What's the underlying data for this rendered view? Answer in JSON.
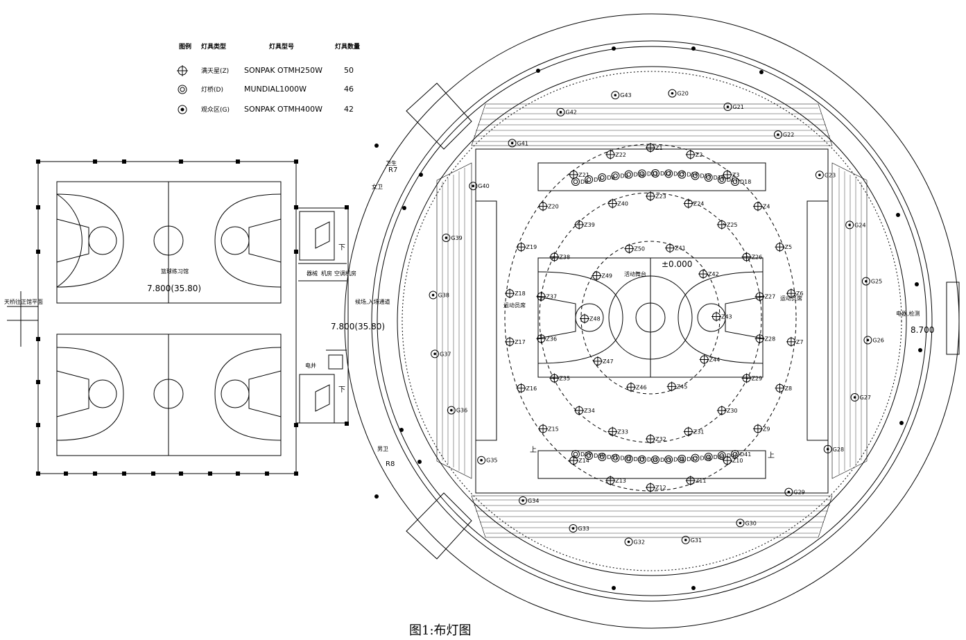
{
  "legend": {
    "headers": {
      "symbol": "图例",
      "type": "灯具类型",
      "model": "灯具型号",
      "count": "灯具数量"
    },
    "rows": [
      {
        "type": "满天星(Z)",
        "model": "SONPAK  OTMH250W",
        "count": "50",
        "icon": "crosshair-circle"
      },
      {
        "type": "灯桥(D)",
        "model": "MUNDIAL1000W",
        "count": "46",
        "icon": "double-circle"
      },
      {
        "type": "观众区(G)",
        "model": "SONPAK  OTMH400W",
        "count": "42",
        "icon": "dot-circle"
      }
    ]
  },
  "practice": {
    "label": "篮球练习馆",
    "elevation_left": "7.800(35.80)",
    "elevation_corridor": "7.800(35.80)",
    "bridge_label": "天桥往正馆平面",
    "rooms": [
      "卫生",
      "女卫",
      "男卫",
      "器械",
      "机房",
      "空调机房",
      "电井",
      "R7",
      "R8"
    ],
    "stairs_down": "下"
  },
  "arena": {
    "court_label": "活动舞台",
    "elevation_center": "±0.000",
    "elevation_right": "8.700",
    "right_label": "电器,检测",
    "left_label": "候场,入场通道",
    "bench_label": "运动员席",
    "up_label": "上"
  },
  "z_fixtures": [
    "Z1",
    "Z2",
    "Z3",
    "Z4",
    "Z5",
    "Z6",
    "Z7",
    "Z8",
    "Z9",
    "Z10",
    "Z11",
    "Z12",
    "Z13",
    "Z14",
    "Z15",
    "Z16",
    "Z17",
    "Z18",
    "Z19",
    "Z20",
    "Z21",
    "Z22",
    "Z23",
    "Z24",
    "Z25",
    "Z26",
    "Z27",
    "Z28",
    "Z29",
    "Z30",
    "Z31",
    "Z32",
    "Z33",
    "Z34",
    "Z35",
    "Z36",
    "Z37",
    "Z38",
    "Z39",
    "Z40",
    "Z41",
    "Z42",
    "Z43",
    "Z44",
    "Z45",
    "Z46",
    "Z47",
    "Z48",
    "Z49",
    "Z50"
  ],
  "d_fixtures": [
    "D6",
    "D7",
    "D8",
    "D9",
    "D10",
    "D11",
    "D12",
    "D13",
    "D14",
    "D15",
    "D16",
    "D17",
    "D18",
    "D29",
    "D30",
    "D31",
    "D32",
    "D33",
    "D34",
    "D35",
    "D36",
    "D37",
    "D38",
    "D39",
    "D40",
    "D41"
  ],
  "g_fixtures": [
    "G20",
    "G21",
    "G22",
    "G23",
    "G24",
    "G25",
    "G26",
    "G27",
    "G28",
    "G29",
    "G30",
    "G31",
    "G32",
    "G33",
    "G34",
    "G35",
    "G36",
    "G37",
    "G38",
    "G39",
    "G40",
    "G41",
    "G42",
    "G43"
  ],
  "caption": "图1:布灯图",
  "colors": {
    "line": "#000000",
    "background": "#ffffff"
  }
}
